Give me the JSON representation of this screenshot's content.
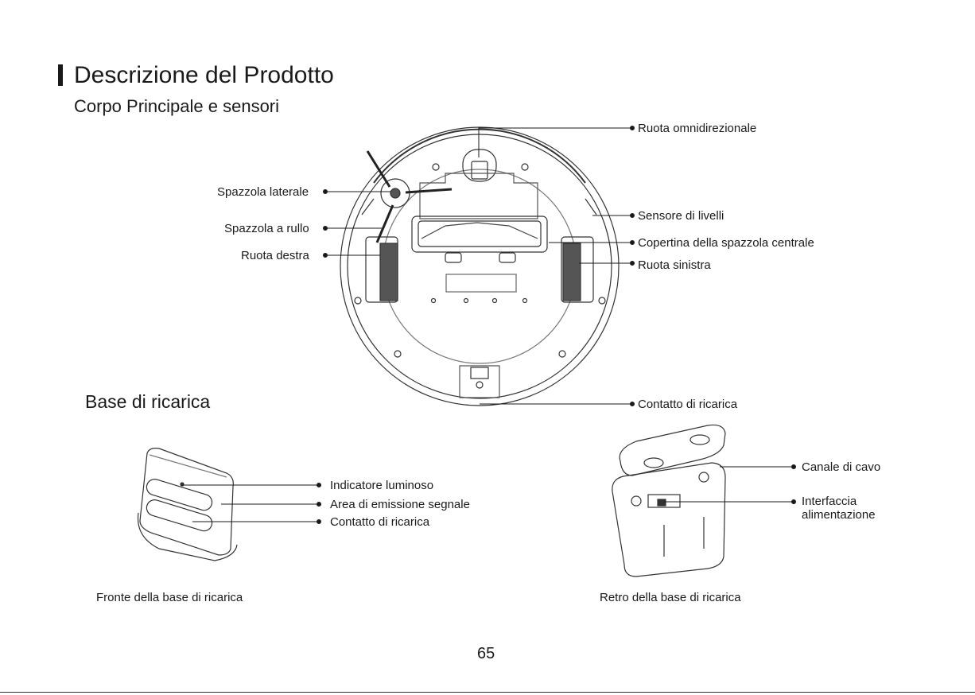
{
  "heading": {
    "title": "Descrizione del Prodotto",
    "subtitle": "Corpo Principale e sensori"
  },
  "robot_labels": {
    "spazzola_laterale": "Spazzola laterale",
    "spazzola_rullo": "Spazzola a rullo",
    "ruota_destra": "Ruota destra",
    "ruota_omni": "Ruota omnidirezionale",
    "sensore_livelli": "Sensore di livelli",
    "copertina": "Copertina della spazzola centrale",
    "ruota_sinistra": "Ruota sinistra",
    "contatto": "Contatto di ricarica"
  },
  "base_section": {
    "title": "Base di ricarica",
    "front_labels": {
      "indicatore": "Indicatore luminoso",
      "area": "Area di emissione segnale",
      "contatto": "Contatto di ricarica"
    },
    "back_labels": {
      "canale": "Canale di cavo",
      "interfaccia_1": "Interfaccia",
      "interfaccia_2": "alimentazione"
    },
    "front_caption": "Fronte della base di ricarica",
    "back_caption": "Retro della base di ricarica"
  },
  "page_number": "65"
}
